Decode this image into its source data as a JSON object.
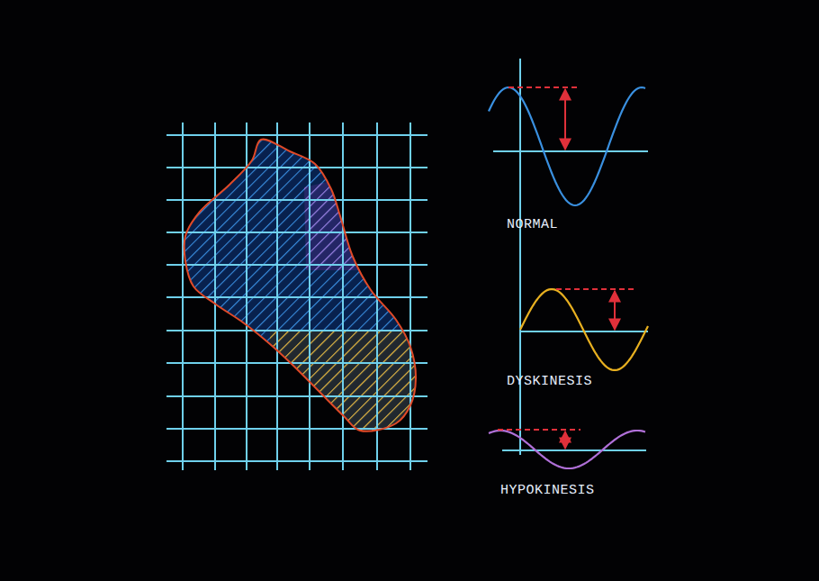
{
  "diagram": {
    "labels": [
      "NORMAL",
      "DYSKINESIS",
      "HYPOKINESIS"
    ]
  }
}
